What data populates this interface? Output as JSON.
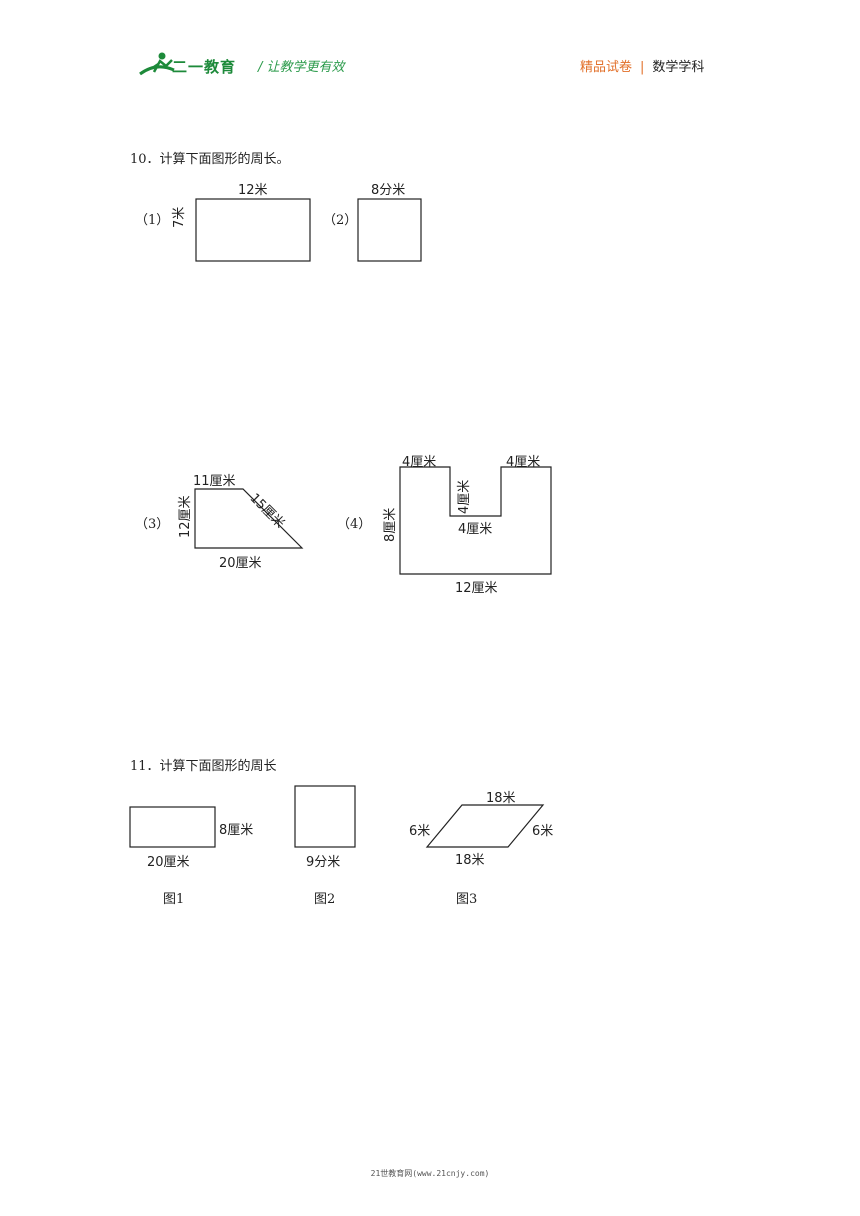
{
  "header": {
    "brand": "二一教育",
    "slogan": "/  让教学更有效",
    "right_label": "精品试卷",
    "separator": "|",
    "subject": "数学学科"
  },
  "q10": {
    "title": "10．计算下面图形的周长。",
    "fig1": {
      "index": "（1）",
      "top": "12米",
      "side": "7米"
    },
    "fig2": {
      "index": "（2）",
      "top": "8分米"
    },
    "fig3": {
      "index": "（3）",
      "top": "11厘米",
      "slant": "15厘米",
      "left": "12厘米",
      "bottom": "20厘米"
    },
    "fig4": {
      "index": "（4）",
      "top_left": "4厘米",
      "top_right": "4厘米",
      "notch_depth": "4厘米",
      "notch_width": "4厘米",
      "left": "8厘米",
      "bottom": "12厘米"
    }
  },
  "q11": {
    "title": "11．计算下面图形的周长",
    "fig1": {
      "side": "8厘米",
      "bottom": "20厘米",
      "caption": "图1"
    },
    "fig2": {
      "bottom": "9分米",
      "caption": "图2"
    },
    "fig3": {
      "top": "18米",
      "bottom": "18米",
      "left": "6米",
      "right": "6米",
      "caption": "图3"
    }
  },
  "footer": {
    "text": "21世教育网(www.21cnjy.com)"
  }
}
